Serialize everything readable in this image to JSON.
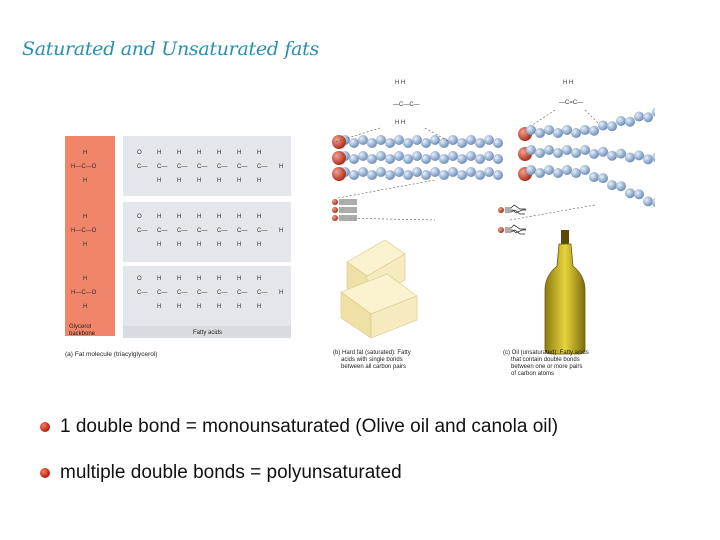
{
  "slide": {
    "title": "Saturated and Unsaturated fats"
  },
  "figure": {
    "panel_a": {
      "atoms": [
        "H",
        "C",
        "O"
      ],
      "glycerol_label_1": "Glycerol",
      "glycerol_label_2": "backbone",
      "fatty_acids_label": "Fatty acids",
      "caption": "(a) Fat molecule (triacylglycerol)"
    },
    "panel_b": {
      "caption_lines": [
        "(b) Hard fat (saturated): Fatty",
        "acids with single bonds",
        "between all carbon pairs"
      ]
    },
    "panel_c": {
      "caption_lines": [
        "(c) Oil (unsaturated): Fatty acids",
        "that contain double bonds",
        "between one or more pairs",
        "of carbon atoms"
      ]
    },
    "colors": {
      "glycerol": "#f0856a",
      "carbon_bead": "#9fb8d8",
      "head_sphere": "#d9543a",
      "butter": "#f4e7b8",
      "oil": "#c9b21c"
    }
  },
  "bullets": [
    {
      "text": "1 double bond = monounsaturated (Olive oil and canola oil)"
    },
    {
      "text": "multiple double bonds = polyunsaturated"
    }
  ]
}
